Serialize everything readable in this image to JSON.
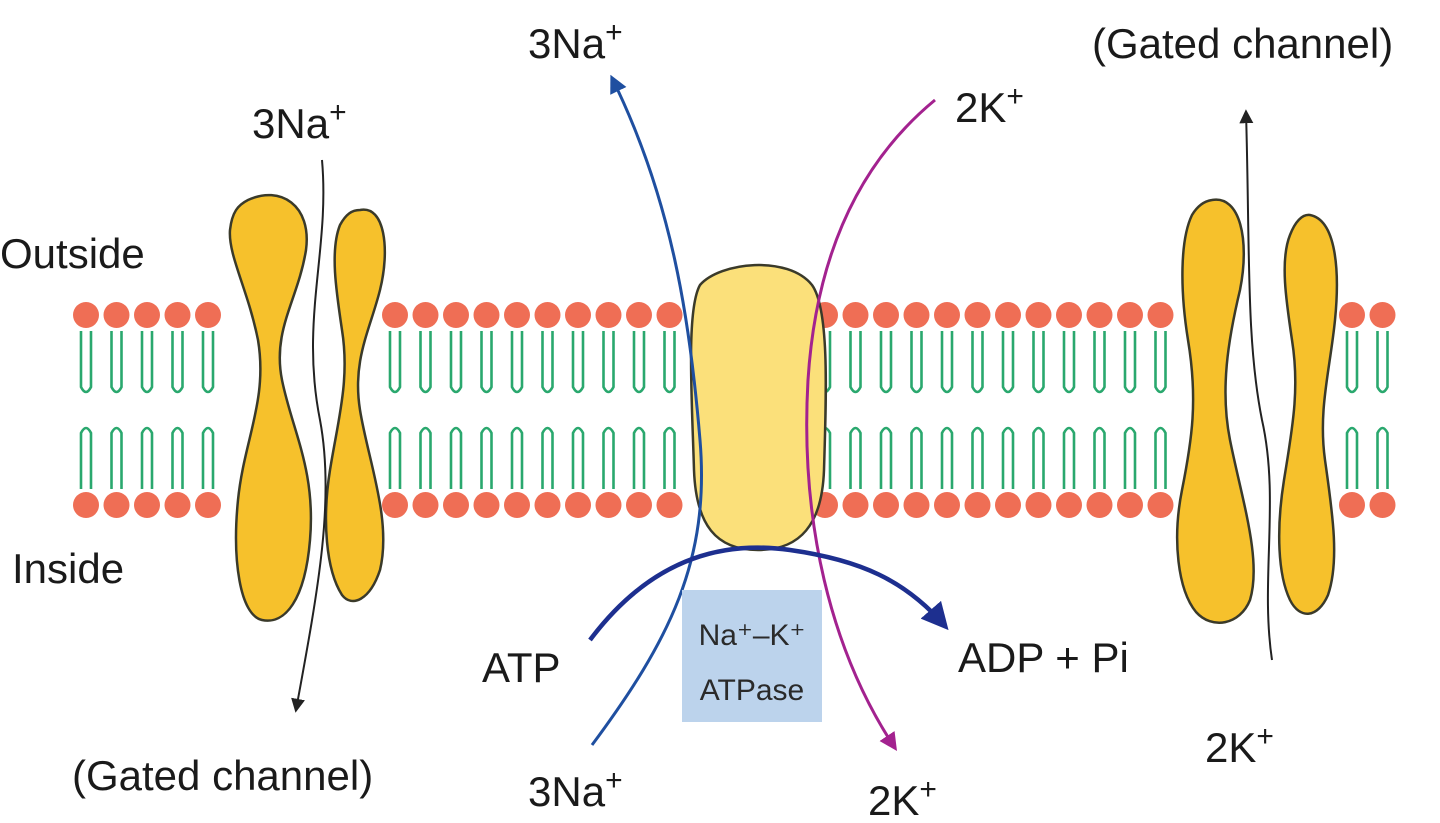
{
  "labels": {
    "outside": "Outside",
    "inside": "Inside",
    "gated_left": "(Gated channel)",
    "gated_right": "(Gated channel)",
    "na_left_top": "3Na",
    "na_pump_top": "3Na",
    "na_pump_bottom": "3Na",
    "k_pump_top": "2K",
    "k_pump_bottom": "2K",
    "k_right_bottom": "2K",
    "plus": "+",
    "atp": "ATP",
    "adp": "ADP + Pi",
    "enzyme_line1": "Na⁺–K⁺",
    "enzyme_line2": "ATPase"
  },
  "colors": {
    "lipid_head": "#ef6e55",
    "lipid_tail": "#2aa86e",
    "channel": "#f6c12c",
    "pump": "#fbe07a",
    "outline": "#3a3a2a",
    "na_arrow": "#1f4fa0",
    "k_arrow": "#a3228f",
    "atp_arrow": "#1d2f8f",
    "channel_arrow": "#222222",
    "enzyme_label_bg": "#bcd3ec"
  }
}
